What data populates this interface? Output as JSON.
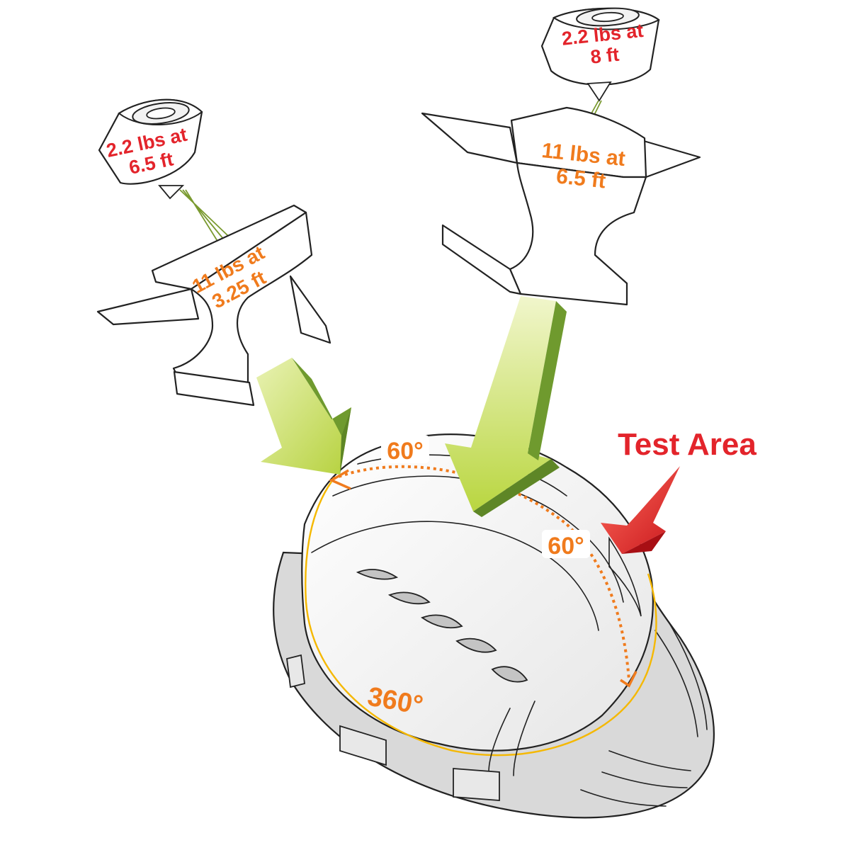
{
  "labels": {
    "weight_left_small_line1": "2.2 lbs at",
    "weight_left_small_line2": "6.5 ft",
    "weight_right_small_line1": "2.2 lbs at",
    "weight_right_small_line2": "8 ft",
    "anvil_left_line1": "11 lbs at",
    "anvil_left_line2": "3.25 ft",
    "anvil_right_line1": "11 lbs at",
    "anvil_right_line2": "6.5 ft",
    "angle_top": "60°",
    "angle_side": "60°",
    "angle_circumference": "360°",
    "test_area": "Test Area"
  },
  "colors": {
    "label_red": "#e3242b",
    "label_orange": "#f07b1d",
    "arrow_light": "#c8dc5a",
    "arrow_dark": "#6f9a2e",
    "helmet_shell": "#d9d9d9",
    "helmet_top": "#f7f7f7",
    "test_ring": "#f5b800"
  }
}
